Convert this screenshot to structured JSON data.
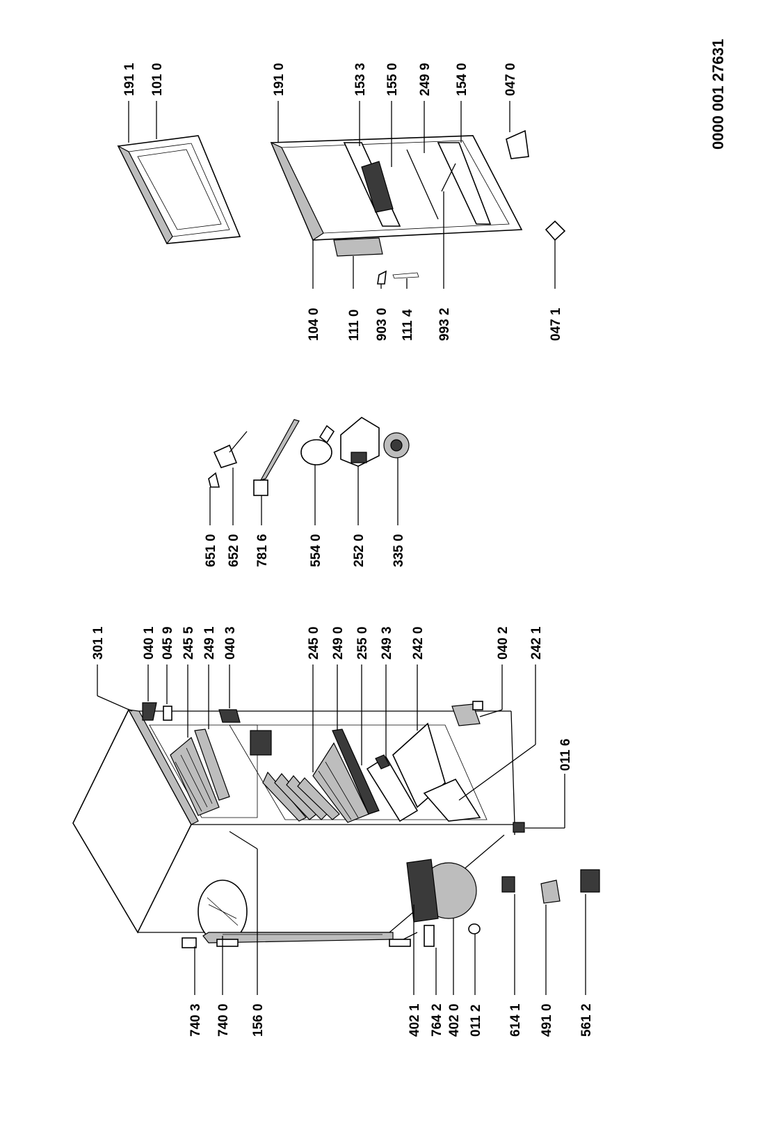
{
  "document_number": "0000 001 27631",
  "labels": {
    "l_7403": "740 3",
    "l_7400": "740 0",
    "l_1560": "156 0",
    "l_4021": "402 1",
    "l_7642": "764 2",
    "l_4020": "402 0",
    "l_0112": "011 2",
    "l_6141": "614 1",
    "l_4910": "491 0",
    "l_5612": "561 2",
    "l_3011": "301 1",
    "l_0401": "040 1",
    "l_0459": "045 9",
    "l_2455": "245 5",
    "l_2491": "249 1",
    "l_0403": "040 3",
    "l_2450": "245 0",
    "l_2490": "249 0",
    "l_2550": "255 0",
    "l_2493": "249 3",
    "l_2420": "242 0",
    "l_0402": "040 2",
    "l_2421": "242 1",
    "l_0116": "011 6",
    "l_6510": "651 0",
    "l_6520": "652 0",
    "l_7816": "781 6",
    "l_5540": "554 0",
    "l_2520": "252 0",
    "l_3350": "335 0",
    "l_1911": "191 1",
    "l_1010": "101 0",
    "l_1910": "191 0",
    "l_1533": "153 3",
    "l_1550": "155 0",
    "l_2499": "249 9",
    "l_1540": "154 0",
    "l_0470": "047 0",
    "l_1040": "104 0",
    "l_1110": "111 0",
    "l_9030": "903 0",
    "l_1114": "111 4",
    "l_9932": "993 2",
    "l_0471": "047 1"
  }
}
